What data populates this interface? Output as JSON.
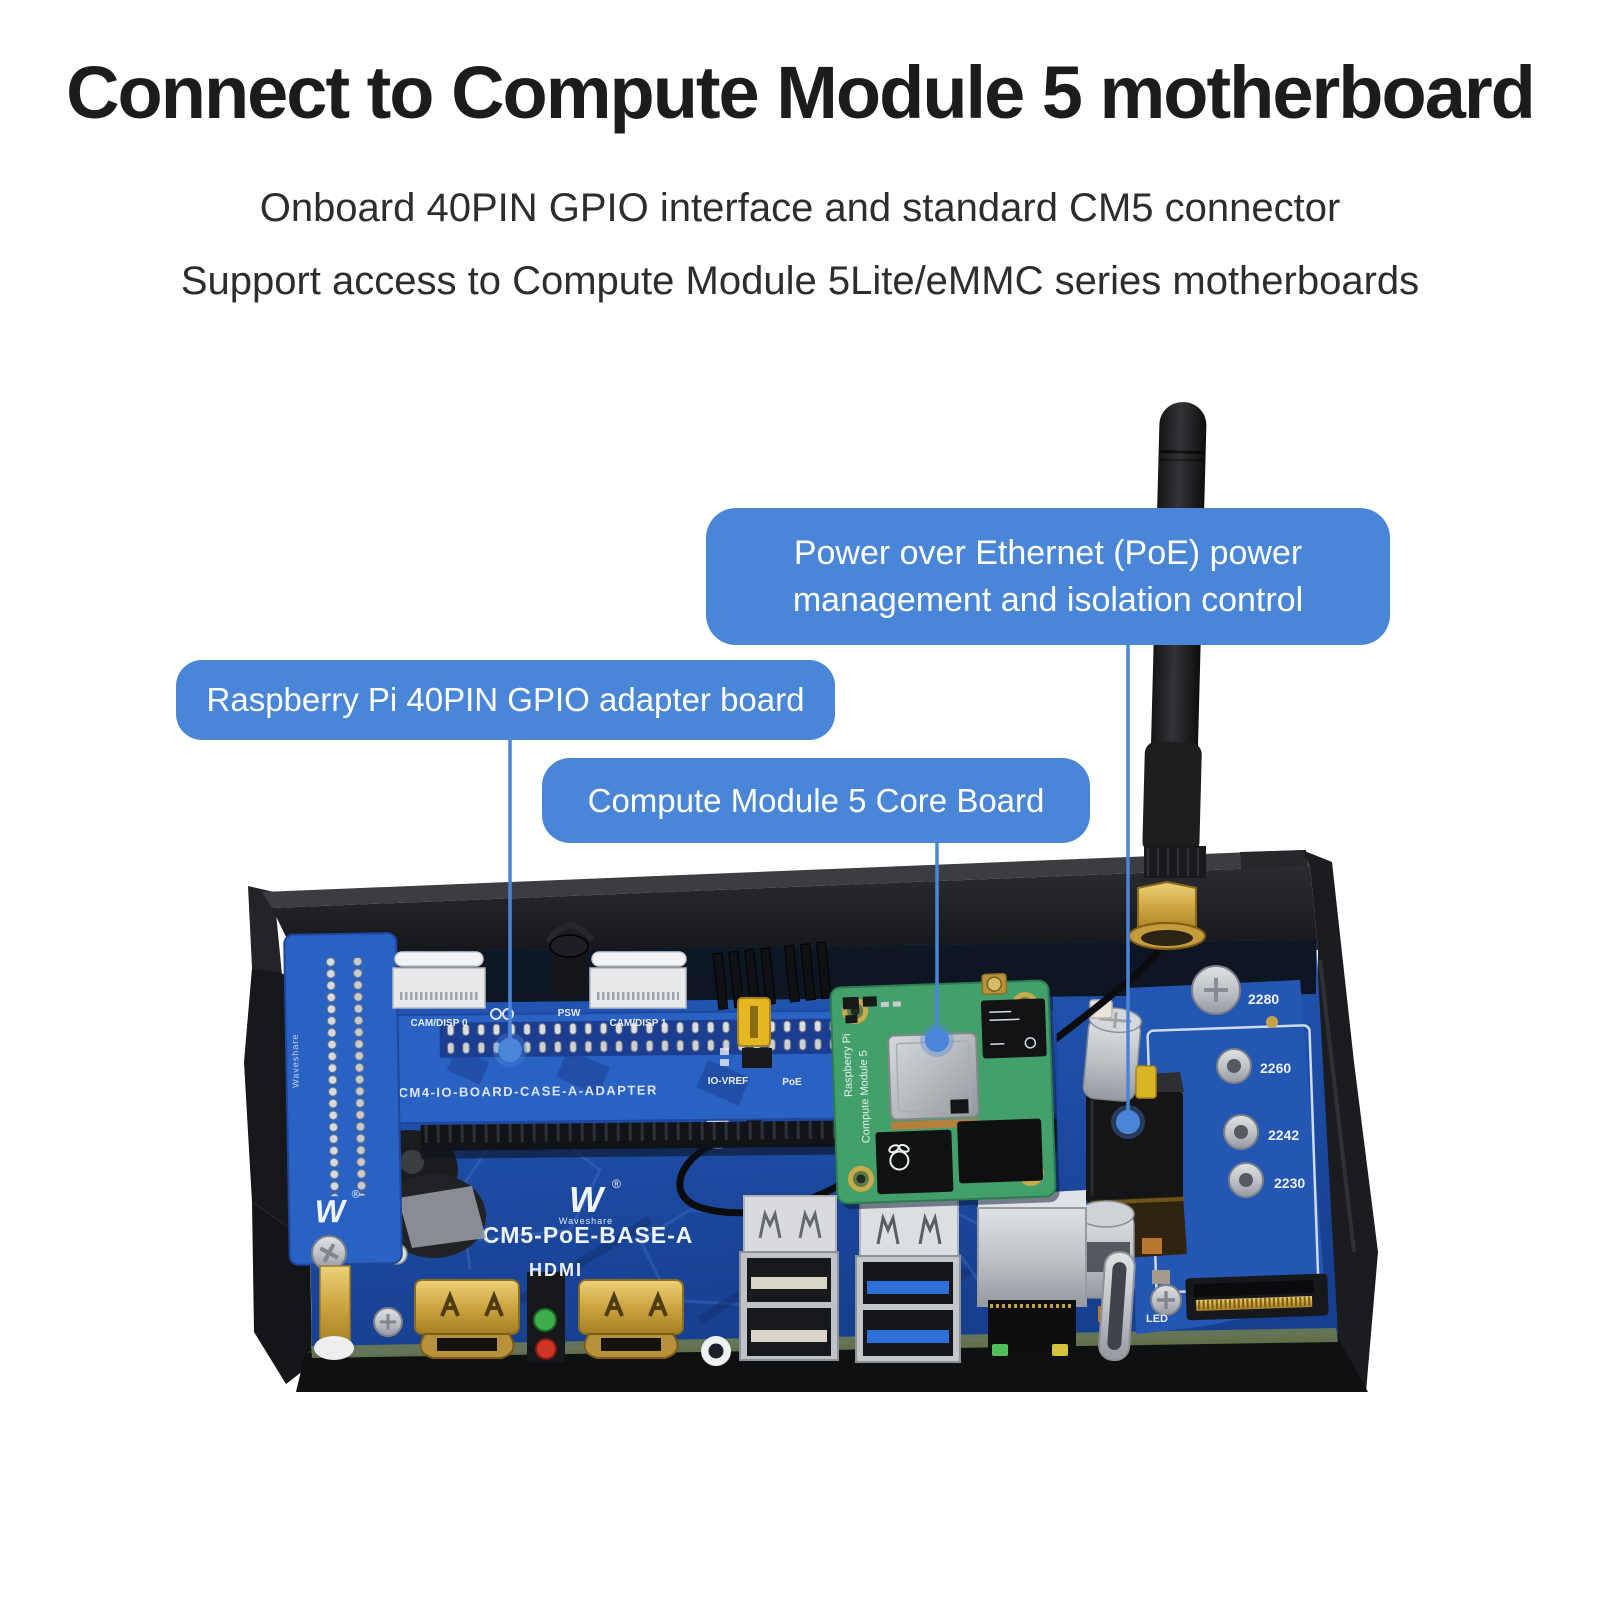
{
  "header": {
    "title": "Connect to Compute Module 5 motherboard",
    "subtitle_line1": "Onboard 40PIN GPIO interface and standard CM5 connector",
    "subtitle_line2": "Support access to Compute Module 5Lite/eMMC series motherboards"
  },
  "callouts": {
    "poe": {
      "line1": "Power over Ethernet (PoE) power",
      "line2": "management and isolation control"
    },
    "gpio": {
      "label": "Raspberry Pi 40PIN GPIO adapter board"
    },
    "cm5": {
      "label": "Compute Module 5 Core Board"
    }
  },
  "board": {
    "silkscreen": {
      "adapter_label": "CM4-IO-BOARD-CASE-A-ADAPTER",
      "base_label": "CM5-PoE-BASE-A",
      "hdmi": "HDMI",
      "cam0": "CAM/DISP 0",
      "cam1": "CAM/DISP 1",
      "psw": "PSW",
      "io_vref": "IO-VREF",
      "poe": "PoE",
      "led": "LED",
      "brand": "Waveshare",
      "brand_mark": "W"
    },
    "m2_lengths": [
      "2280",
      "2260",
      "2242",
      "2230"
    ],
    "cm5_module": {
      "line1": "Raspberry Pi",
      "line2": "Compute Module 5"
    }
  },
  "colors": {
    "callout_bg": "#4a86d8",
    "leader_line": "#4a86d8",
    "title_color": "#1c1c1c",
    "subtitle_color": "#2d2d2d",
    "pcb_blue": "#1e4da6",
    "adapter_blue": "#2a62c4",
    "cm5_green": "#43a06b",
    "case_black": "#1b1c1f",
    "gold": "#d0a945"
  }
}
